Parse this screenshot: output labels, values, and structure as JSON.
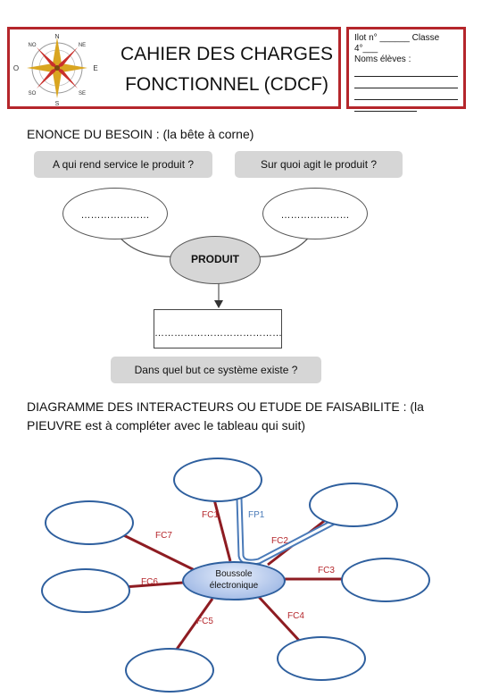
{
  "header": {
    "title_line1": "CAHIER DES CHARGES",
    "title_line2": "FONCTIONNEL (CDCF)",
    "compass_labels": {
      "n": "N",
      "s": "S",
      "e": "E",
      "o": "O",
      "no": "NO",
      "ne": "NE",
      "so": "SO",
      "se": "SE"
    }
  },
  "ident": {
    "line1": "Ilot n° ______ Classe 4°___",
    "line2": "Noms élèves :"
  },
  "besoin": {
    "heading": "ENONCE DU BESOIN : (la bête à corne)",
    "q_left": "A qui rend service le produit ?",
    "q_right": "Sur quoi agit le produit ?",
    "dots_left": "…………………",
    "dots_right": "…………………",
    "produit": "PRODUIT",
    "dots_result": "…………………………………",
    "q_bottom": "Dans quel but ce système existe ?"
  },
  "pieuvre": {
    "heading_line1": "DIAGRAMME DES INTERACTEURS OU ETUDE DE FAISABILITE : (la",
    "heading_line2": "PIEUVRE est à compléter avec le tableau qui suit)",
    "center_line1": "Boussole",
    "center_line2": "électronique",
    "labels": {
      "fc1": "FC1",
      "fp1": "FP1",
      "fc2": "FC2",
      "fc3": "FC3",
      "fc4": "FC4",
      "fc5": "FC5",
      "fc6": "FC6",
      "fc7": "FC7"
    }
  },
  "colors": {
    "frame_red": "#b5262b",
    "oval_blue": "#2e5f9e",
    "fp_blue": "#4a7ab8"
  }
}
